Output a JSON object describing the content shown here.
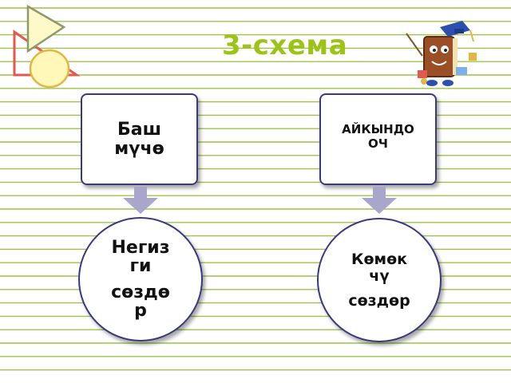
{
  "title": "3-схема",
  "nodes": {
    "box_left": {
      "lines": [
        "Баш",
        "мүчө"
      ]
    },
    "box_right": {
      "lines": [
        "АЙКЫНДО",
        "ОЧ"
      ]
    },
    "circle_left": {
      "lines": [
        "Негиз",
        "ги",
        "сөздө",
        "р"
      ]
    },
    "circle_right": {
      "lines": [
        "Көмөк",
        "чү",
        "сөздөр"
      ]
    }
  },
  "colors": {
    "title": "#9dc317",
    "ruled_line": "#9bc447",
    "node_border": "#3b3880",
    "arrow": "#a9a6cc",
    "triangle_fill": "#fff9c9",
    "triangle_stroke": "#8e9a6b",
    "circle_fill": "#fff8b8",
    "circle_stroke": "#e3b542",
    "red_shape": "#e05a4d"
  },
  "icons": {
    "decor_shapes": "triangle-and-circle-decor-icon",
    "book_mascot": "book-teacher-mascot-icon",
    "arrow": "arrow-down-icon"
  }
}
